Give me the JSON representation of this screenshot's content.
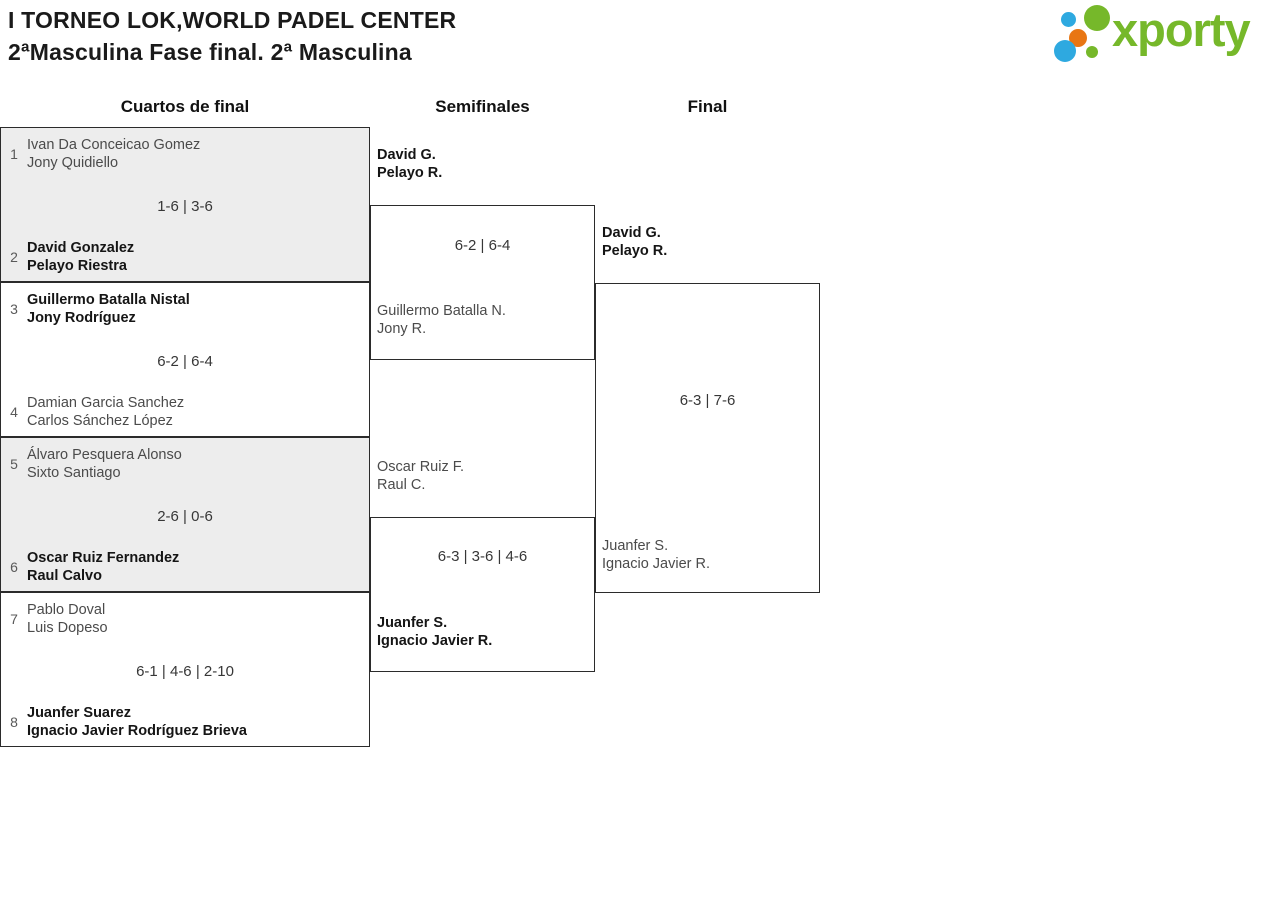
{
  "header": {
    "title_line1": "I TORNEO LOK,WORLD PADEL CENTER",
    "title_line2": "2ªMasculina Fase final. 2ª Masculina"
  },
  "logo": {
    "brand": "xporty",
    "colors": {
      "green": "#76b82a",
      "blue": "#2ea9e0",
      "orange": "#e87613"
    }
  },
  "bracket": {
    "round_labels": [
      "Cuartos de final",
      "Semifinales",
      "Final"
    ],
    "quarterfinals": [
      {
        "seed_top": "1",
        "team_top": [
          "Ivan Da Conceicao Gomez",
          "Jony Quidiello"
        ],
        "top_winner": false,
        "score": "1-6 | 3-6",
        "seed_bottom": "2",
        "team_bottom": [
          "David Gonzalez",
          "Pelayo Riestra"
        ],
        "bottom_winner": true
      },
      {
        "seed_top": "3",
        "team_top": [
          "Guillermo Batalla Nistal",
          "Jony Rodríguez"
        ],
        "top_winner": true,
        "score": "6-2 | 6-4",
        "seed_bottom": "4",
        "team_bottom": [
          "Damian Garcia Sanchez",
          "Carlos Sánchez López"
        ],
        "bottom_winner": false
      },
      {
        "seed_top": "5",
        "team_top": [
          "Álvaro Pesquera Alonso",
          "Sixto Santiago"
        ],
        "top_winner": false,
        "score": "2-6 | 0-6",
        "seed_bottom": "6",
        "team_bottom": [
          "Oscar Ruiz Fernandez",
          "Raul Calvo"
        ],
        "bottom_winner": true
      },
      {
        "seed_top": "7",
        "team_top": [
          "Pablo Doval",
          "Luis Dopeso"
        ],
        "top_winner": false,
        "score": "6-1 | 4-6 | 2-10",
        "seed_bottom": "8",
        "team_bottom": [
          "Juanfer Suarez",
          "Ignacio Javier Rodríguez Brieva"
        ],
        "bottom_winner": true
      }
    ],
    "semifinals": [
      {
        "team_top": [
          "David G.",
          "Pelayo R."
        ],
        "top_winner": true,
        "score": "6-2 | 6-4",
        "team_bottom": [
          "Guillermo Batalla N.",
          "Jony R."
        ],
        "bottom_winner": false
      },
      {
        "team_top": [
          "Oscar Ruiz F.",
          "Raul C."
        ],
        "top_winner": false,
        "score": "6-3 | 3-6 | 4-6",
        "team_bottom": [
          "Juanfer S.",
          "Ignacio Javier R."
        ],
        "bottom_winner": true
      }
    ],
    "final": {
      "team_top": [
        "David G.",
        "Pelayo R."
      ],
      "top_winner": true,
      "score": "6-3 | 7-6",
      "team_bottom": [
        "Juanfer S.",
        "Ignacio Javier R."
      ],
      "bottom_winner": false
    }
  }
}
